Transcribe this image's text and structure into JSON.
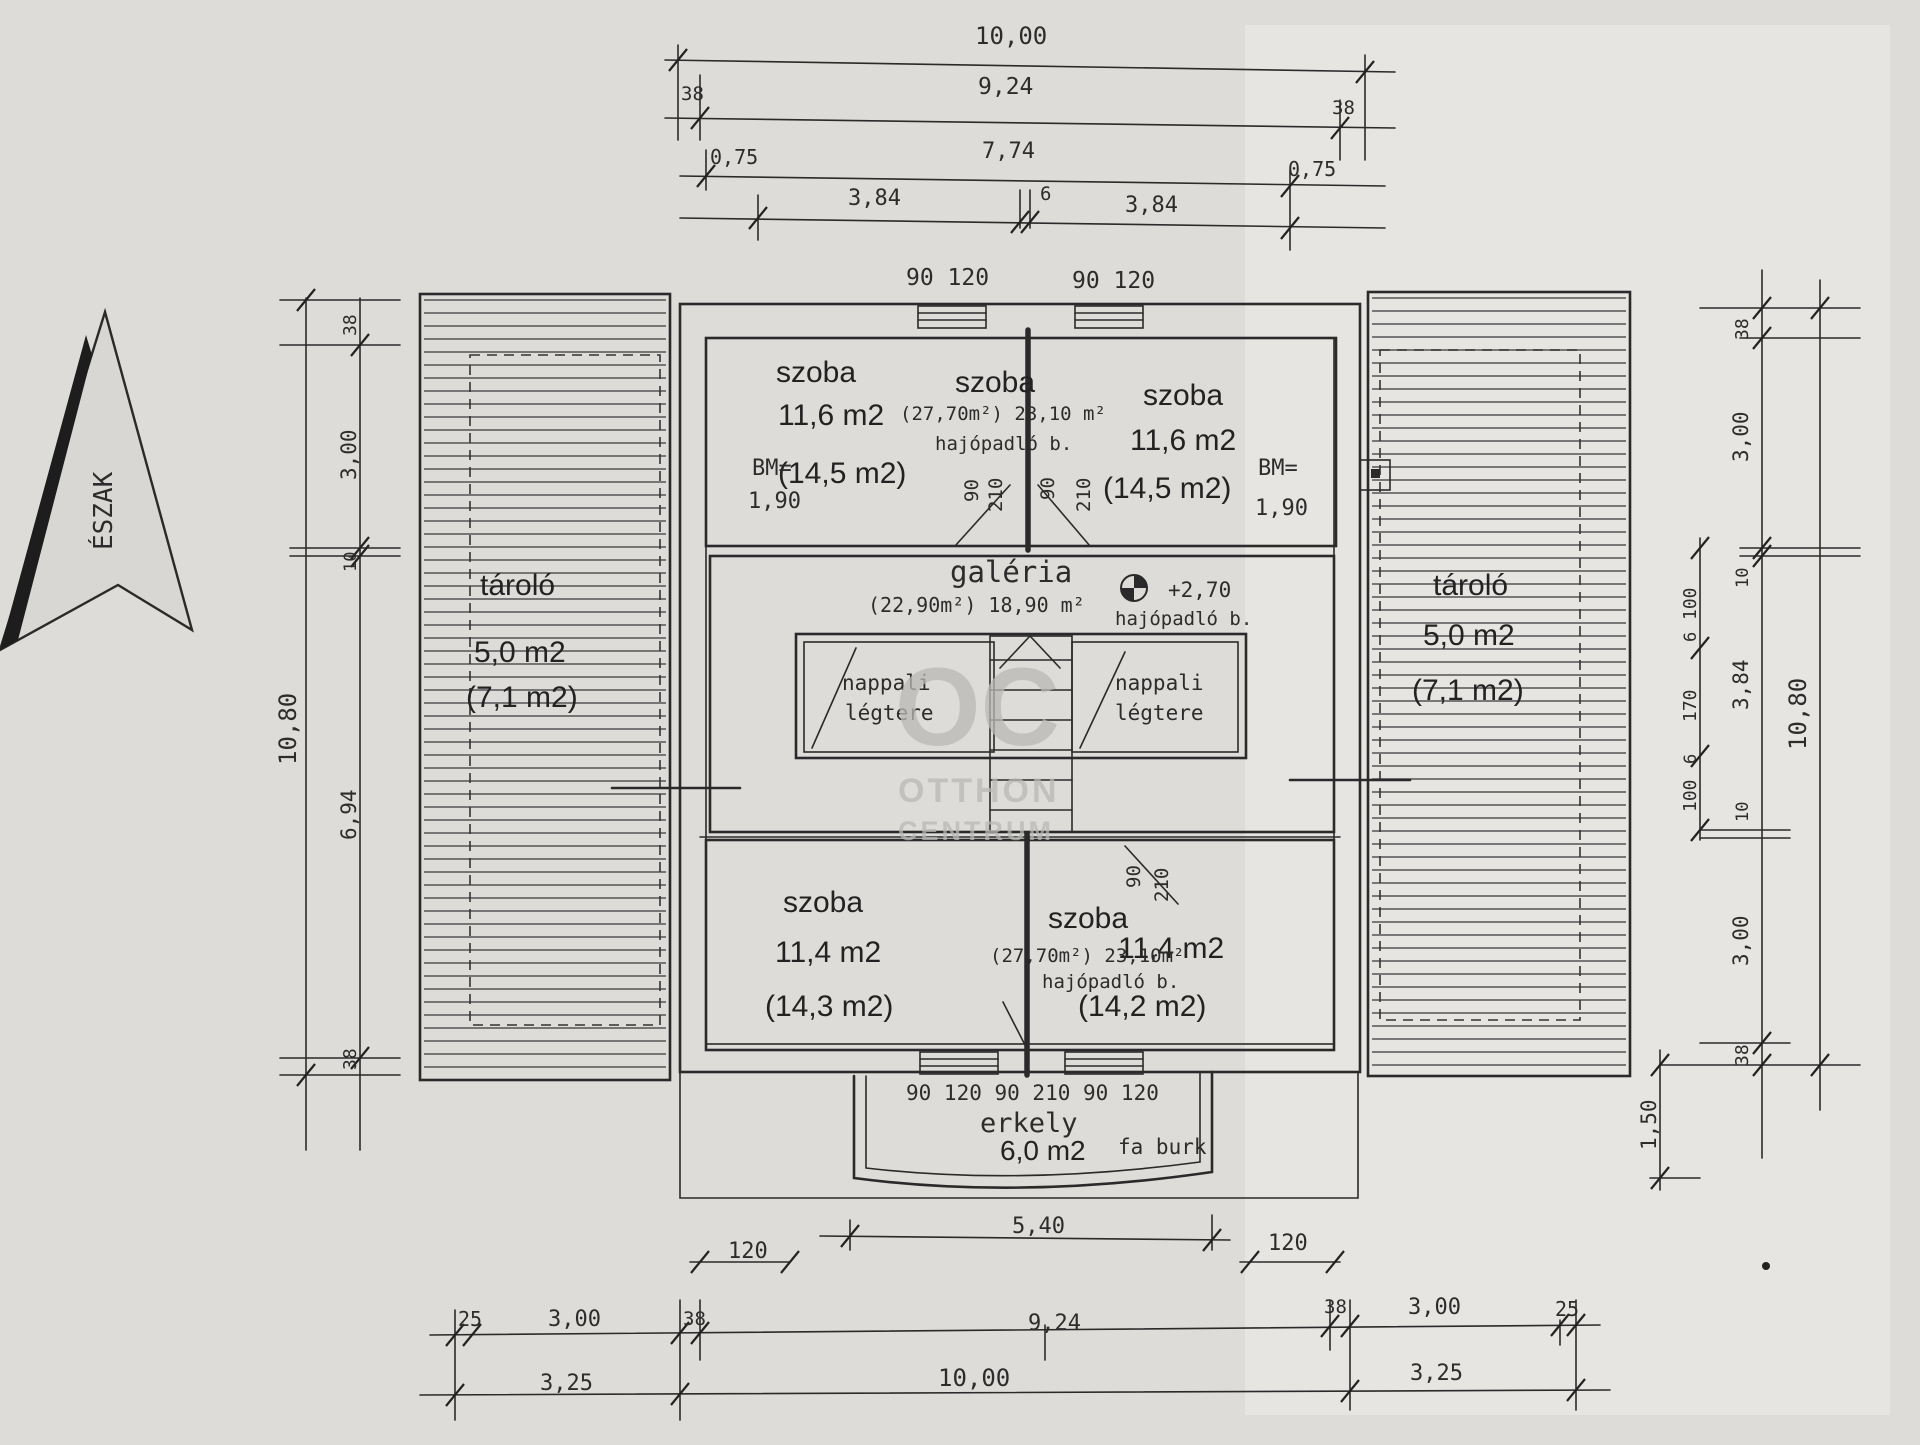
{
  "north": {
    "label": "ÉSZAK"
  },
  "rooms": {
    "nw": {
      "name": "szoba",
      "area": "11,6 m2",
      "gross": "(14,5 m2)",
      "bm_label": "BM=",
      "bm": "1,90"
    },
    "nc": {
      "name": "szoba",
      "dim": "(27,70m²) 23,10 m²",
      "floor": "hajópadló b."
    },
    "ne": {
      "name": "szoba",
      "area": "11,6 m2",
      "gross": "(14,5 m2)",
      "bm_label": "BM=",
      "bm": "1,90"
    },
    "galeria": {
      "name": "galéria",
      "dim": "(22,90m²) 18,90 m²",
      "height": "+2,70",
      "floor": "hajópadló b."
    },
    "airspace_l": {
      "l1": "nappali",
      "l2": "légtere"
    },
    "airspace_r": {
      "l1": "nappali",
      "l2": "légtere"
    },
    "sw": {
      "name": "szoba",
      "area": "11,4 m2",
      "gross": "(14,3 m2)"
    },
    "se": {
      "name": "szoba",
      "area": "11,4 m2",
      "gross": "(14,2 m2)",
      "dim": "(27,70m²) 23,10m²",
      "floor": "hajópadló b."
    },
    "balcony": {
      "name": "erkely",
      "area": "6,0 m2",
      "floor": "fa burk"
    },
    "storage_l": {
      "name": "tároló",
      "area": "5,0 m2",
      "gross": "(7,1 m2)"
    },
    "storage_r": {
      "name": "tároló",
      "area": "5,0 m2",
      "gross": "(7,1 m2)"
    }
  },
  "dims": {
    "top_total": "10,00",
    "top_inner": "9,24",
    "top_wall_l": "38",
    "top_wall_r": "38",
    "top_clear": "7,74",
    "top_075_l": "0,75",
    "top_075_r": "0,75",
    "top_half_l": "3,84",
    "top_half_r": "3,84",
    "top_mid": "6",
    "win_top_l": "90 120",
    "win_top_r": "90 120",
    "door_l": "90",
    "door_l_h": "210",
    "door_r": "90",
    "door_r_h": "210",
    "door_se": "90",
    "door_se_h": "210",
    "left_total": "10,80",
    "left_38a": "38",
    "left_300": "3,00",
    "left_10": "10",
    "left_694": "6,94",
    "left_38b": "38",
    "right_total": "10,80",
    "right_38a": "38",
    "right_300a": "3,00",
    "right_10a": "10",
    "right_100a": "100",
    "right_6a": "6",
    "right_170": "170",
    "right_384": "3,84",
    "right_6b": "6",
    "right_100b": "100",
    "right_10b": "10",
    "right_300b": "3,00",
    "right_38b": "38",
    "right_150": "1,50",
    "bal_win": "90 120 90 210 90 120",
    "bottom_540": "5,40",
    "bottom_120_l": "120",
    "bottom_120_r": "120",
    "bottom_25_l": "25",
    "bottom_300_l": "3,00",
    "bottom_38_l": "38",
    "bottom_924": "9,24",
    "bottom_38_r": "38",
    "bottom_300_r": "3,00",
    "bottom_25_r": "25",
    "bottom_325_l": "3,25",
    "bottom_1000": "10,00",
    "bottom_325_r": "3,25"
  },
  "watermark": {
    "logo": "OC",
    "line1": "OTTHON",
    "line2": "CENTRUM"
  }
}
